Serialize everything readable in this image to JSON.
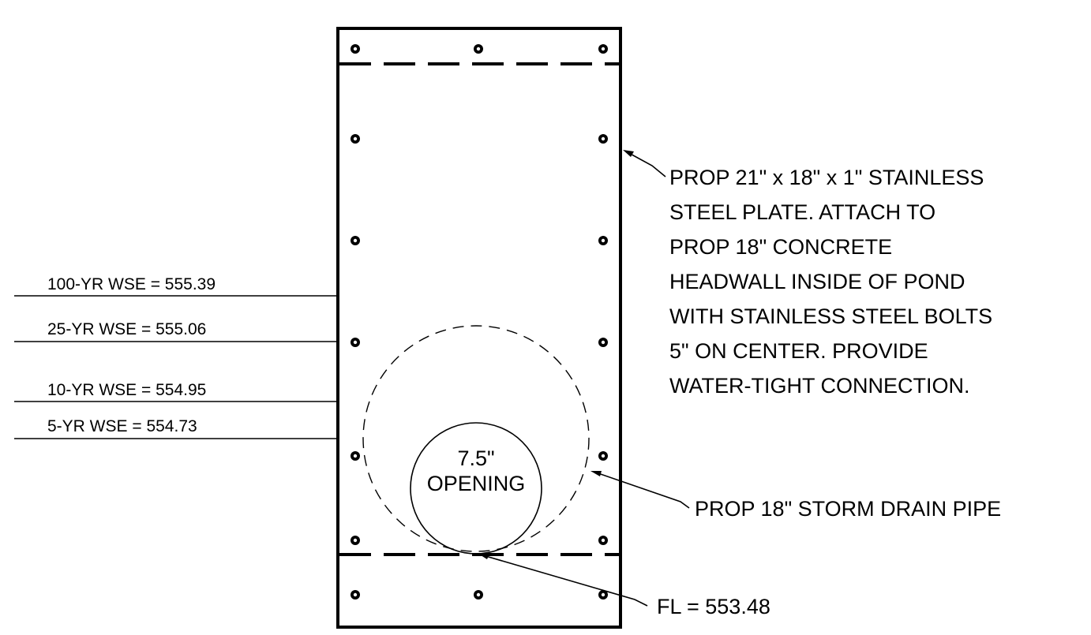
{
  "water_levels": [
    {
      "label": "100-YR WSE = 555.39"
    },
    {
      "label": "25-YR WSE = 555.06"
    },
    {
      "label": "10-YR WSE = 554.95"
    },
    {
      "label": "5-YR WSE = 554.73"
    }
  ],
  "opening": {
    "line1": "7.5\"",
    "line2": "OPENING"
  },
  "plate_note": {
    "lines": [
      "PROP 21\" x 18\" x 1\" STAINLESS",
      "STEEL PLATE. ATTACH TO",
      "PROP 18\" CONCRETE",
      "HEADWALL INSIDE OF POND",
      "WITH STAINLESS STEEL BOLTS",
      "5\" ON CENTER. PROVIDE",
      "WATER-TIGHT CONNECTION."
    ]
  },
  "pipe_note": "PROP 18\" STORM DRAIN PIPE",
  "flowline_note": "FL = 553.48"
}
